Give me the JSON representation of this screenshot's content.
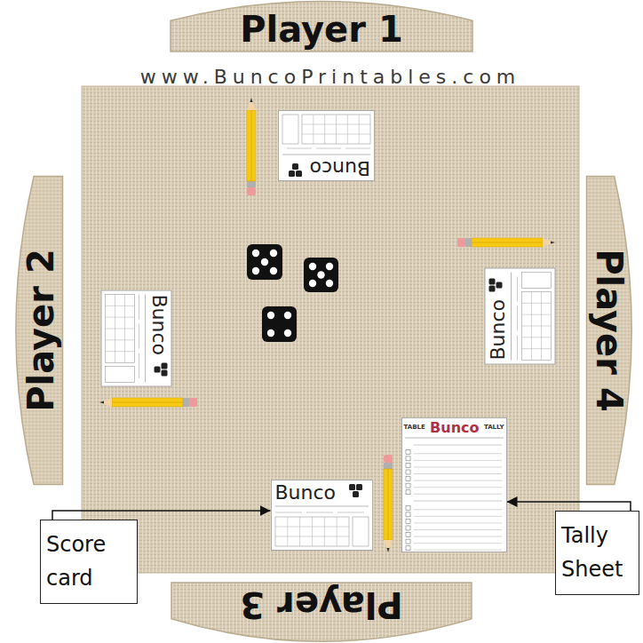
{
  "diagram": {
    "nodes": [
      {
        "text": [
          "Player 1"
        ]
      },
      {
        "text": [
          "Bunco"
        ]
      },
      {
        "text": [
          "Player 2"
        ]
      },
      {
        "text": [
          "Bunco"
        ]
      },
      {
        "text": [
          "Bunco"
        ]
      },
      {
        "text": [
          "Player 4"
        ]
      },
      {
        "text": [
          "Bunco"
        ]
      },
      {
        "text": [
          "TABLE",
          "Bunco",
          "TALLY"
        ]
      },
      {
        "text": [
          "Score card"
        ]
      },
      {
        "text": [
          "Tally Sheet"
        ]
      },
      {
        "text": [
          "Player 3"
        ]
      }
    ],
    "edges": [
      {
        "from": 8,
        "to": 6,
        "arrow": "to"
      },
      {
        "from": 9,
        "to": 7,
        "arrow": "to"
      }
    ],
    "labels": [
      "www.BuncoPrintables.com"
    ]
  }
}
